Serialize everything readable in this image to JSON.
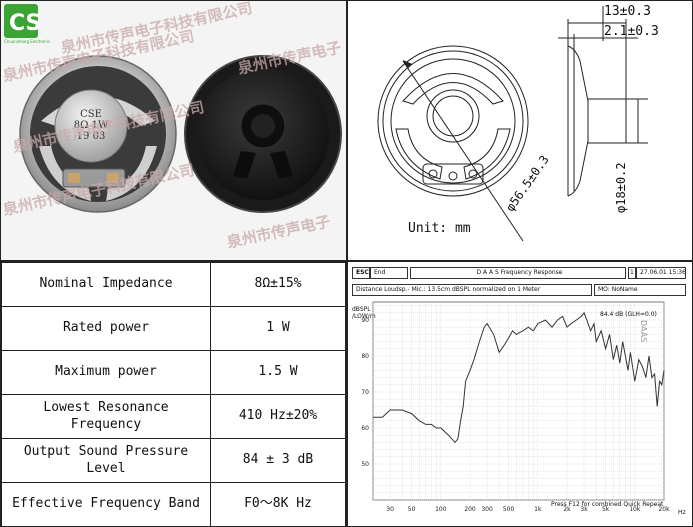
{
  "photo": {
    "watermark": "泉州市传声电子科技有限公司",
    "watermark_short": "泉州市传声电子",
    "label_brand": "CSE",
    "label_spec": "8Ω 1W",
    "label_date": "19 03",
    "logo_letters": "CS",
    "logo_caption": "Chuansheng Electronic"
  },
  "drawing": {
    "dim_depth": "13±0.3",
    "dim_flange": "2.1±0.3",
    "dim_diameter": "φ56.5±0.3",
    "dim_magnet": "φ18±0.2",
    "unit": "Unit: mm"
  },
  "spec_rows": [
    {
      "label": "Nominal Impedance",
      "value": "8Ω±15%"
    },
    {
      "label": "Rated power",
      "value": "1 W"
    },
    {
      "label": "Maximum power",
      "value": "1.5 W"
    },
    {
      "label": "Lowest Resonance Frequency",
      "value": "410 Hz±20%"
    },
    {
      "label": "Output Sound Pressure Level",
      "value": "84 ± 3 dB"
    },
    {
      "label": "Effective Frequency Band",
      "value": "F0～8K Hz"
    }
  ],
  "freq": {
    "esc": "ESC",
    "end": "End",
    "title": "D A A S   Frequency Response",
    "date_index": "1",
    "date": "27.06.01 15:36",
    "subtitle": "Distance Loudsp.- Mic.: 13.5cm dBSPL normalized on 1 Meter",
    "mode": "MO: NoName",
    "ylabel1": "dBSPL",
    "ylabel2": "/LOW/m",
    "side_label": "DAAS",
    "cursor": "84.4 dB (GLH=0.0)",
    "footer": "Press F12 for combined Quick Repeat",
    "hz": "Hz"
  },
  "chart_data": {
    "type": "line",
    "title": "D A A S   Frequency Response",
    "xlabel": "Hz",
    "ylabel": "dBSPL",
    "xscale": "log",
    "xlim": [
      20,
      20000
    ],
    "ylim": [
      40,
      95
    ],
    "y_ticks": [
      90,
      80,
      70,
      60,
      50
    ],
    "x_ticks": [
      "30",
      "50",
      "100",
      "200",
      "300",
      "500",
      "1k",
      "2k",
      "3k",
      "5k",
      "10k",
      "20k"
    ],
    "x_tick_values": [
      30,
      50,
      100,
      200,
      300,
      500,
      1000,
      2000,
      3000,
      5000,
      10000,
      20000
    ],
    "grid": true,
    "series": [
      {
        "x": [
          20,
          25,
          30,
          40,
          50,
          60,
          70,
          80,
          90,
          100,
          120,
          140,
          150,
          160,
          170,
          180,
          200,
          220,
          250,
          280,
          300,
          350,
          400,
          450,
          500,
          550,
          600,
          700,
          800,
          900,
          1000,
          1200,
          1400,
          1600,
          1800,
          2000,
          2200,
          2500,
          2800,
          3000,
          3200,
          3500,
          3800,
          4000,
          4500,
          5000,
          5500,
          6000,
          6500,
          7000,
          7500,
          8000,
          8500,
          9000,
          10000,
          11000,
          12000,
          13000,
          14000,
          15000,
          16000,
          17000,
          18000,
          19000,
          20000
        ],
        "y": [
          63,
          63,
          65,
          65,
          64,
          62,
          61,
          61,
          60,
          60,
          58,
          56,
          57,
          62,
          66,
          73,
          76,
          79,
          84,
          88,
          89,
          86,
          81,
          83,
          85,
          87,
          86,
          87,
          88,
          87,
          89,
          90,
          88,
          90,
          91,
          88,
          89,
          90,
          91,
          92,
          90,
          87,
          89,
          84,
          87,
          82,
          86,
          79,
          83,
          78,
          84,
          80,
          76,
          81,
          73,
          79,
          77,
          74,
          80,
          74,
          75,
          66,
          73,
          72,
          76
        ]
      }
    ]
  }
}
